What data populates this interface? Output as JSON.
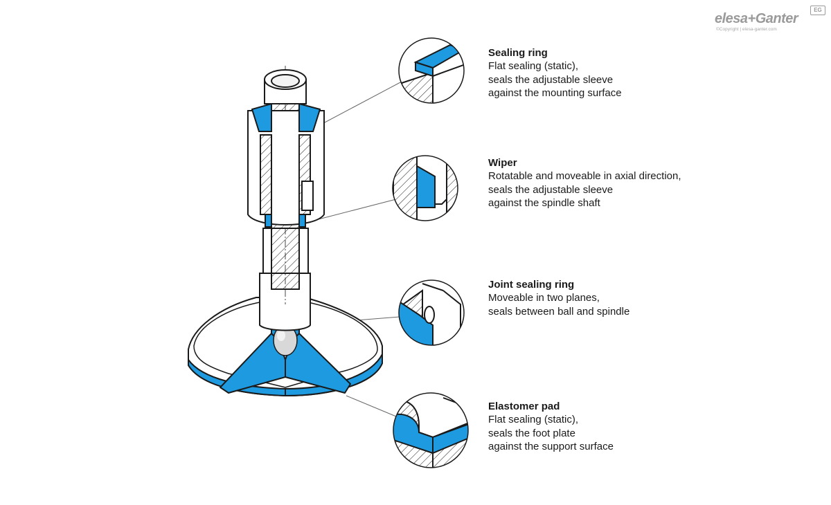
{
  "logo": {
    "brand": "elesa+Ganter",
    "badge": "EG",
    "copyright": "©Copyright | elesa-ganter.com"
  },
  "colors": {
    "seal": "#1e9ae0",
    "outline": "#1a1a1a",
    "text": "#1a1a1a"
  },
  "callouts": [
    {
      "title": "Sealing ring",
      "lines": [
        "Flat sealing (static),",
        "seals the adjustable sleeve",
        "against the mounting surface"
      ]
    },
    {
      "title": "Wiper",
      "lines": [
        "Rotatable and moveable in axial direction,",
        "seals the adjustable sleeve",
        "against the spindle shaft"
      ]
    },
    {
      "title": "Joint sealing ring",
      "lines": [
        "Moveable in two planes,",
        "seals between ball and spindle"
      ]
    },
    {
      "title": "Elastomer pad",
      "lines": [
        "Flat sealing (static),",
        "seals the foot plate",
        "against the support surface"
      ]
    }
  ]
}
